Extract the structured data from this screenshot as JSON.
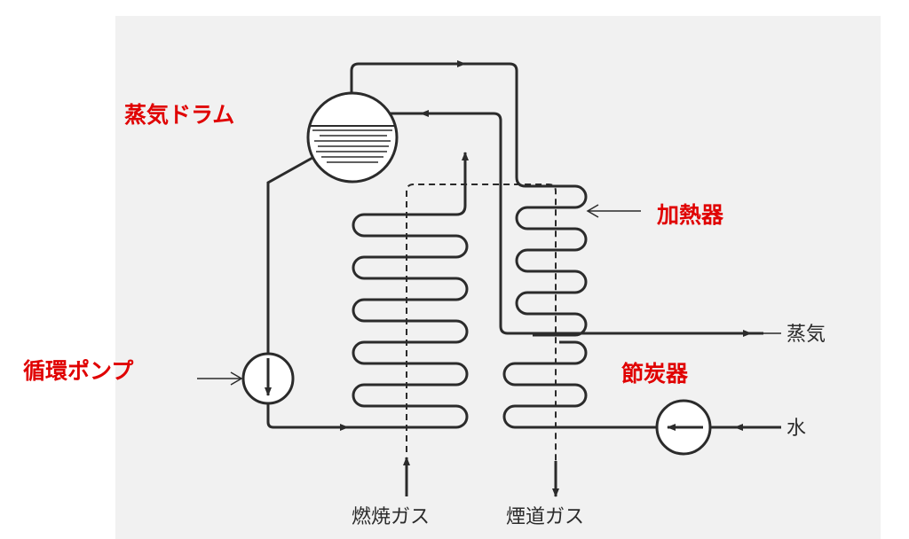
{
  "colors": {
    "background": "#ffffff",
    "panel": "#f1f1f1",
    "line": "#2b2b2b",
    "red_label": "#e00000"
  },
  "labels": {
    "steam_drum": "蒸気ドラム",
    "circulation_pump": "循環ポンプ",
    "superheater": "加熱器",
    "economizer": "節炭器",
    "steam": "蒸気",
    "water": "水",
    "combustion_gas": "燃焼ガス",
    "flue_gas": "煙道ガス"
  }
}
